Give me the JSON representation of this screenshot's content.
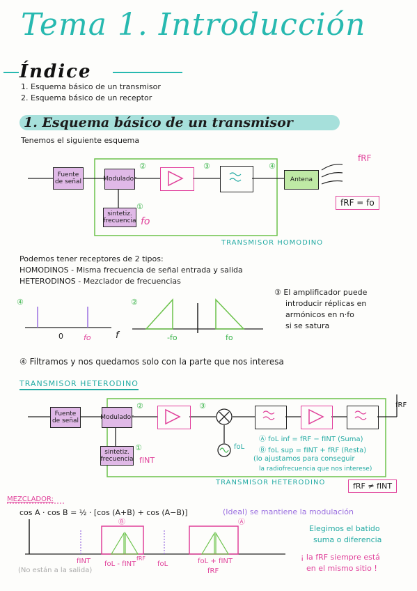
{
  "title": "Tema 1. Introducción",
  "indice": {
    "heading": "Índice",
    "items": [
      "1. Esquema básico de un transmisor",
      "2. Esquema básico de un receptor"
    ]
  },
  "section1": {
    "heading": "1. Esquema básico de un transmisor",
    "intro": "Tenemos el siguiente esquema",
    "blocks": {
      "fuente": "Fuente de señal",
      "modulador": "Modulador",
      "antena": "Antena",
      "sintetizador": "sintetiz. frecuencia",
      "fo_label": "fo"
    },
    "markers": [
      "①",
      "②",
      "③",
      "④"
    ],
    "frf_label": "fRF",
    "frf_eq": "fRF = fo",
    "caption": "TRANSMISOR HOMODINO"
  },
  "receptores": {
    "line1": "Podemos tener receptores de 2 tipos:",
    "bullet1": "HOMODINOS - Misma frecuencia de señal entrada y salida",
    "bullet2": "HETERODINOS - Mezclador de frecuencias",
    "spec_labels": {
      "zero": "0",
      "fo": "fo",
      "f": "f",
      "neg_fo": "-fo",
      "pos_fo": "fo"
    },
    "note3": [
      "③ El amplificador puede",
      "introducir réplicas en",
      "armónicos en n·fo",
      "si se satura"
    ],
    "note4": "④ Filtramos y nos quedamos solo con la parte que nos interesa"
  },
  "heterodino": {
    "heading": "TRANSMISOR HETERODINO",
    "blocks": {
      "fuente": "Fuente de señal",
      "modulador": "Modulador",
      "sintetizador": "sintetiz. frecuencia",
      "fint": "fINT",
      "fol": "foL"
    },
    "frf_label": "fRF",
    "notes": [
      "Ⓐ foL inf = fRF − fINT (Suma)",
      "Ⓑ foL sup = fINT + fRF (Resta)",
      "(lo ajustamos para conseguir",
      "la radiofrecuencia que nos interese)"
    ],
    "caption": "TRANSMISOR HETERODINO",
    "frf_ne": "fRF ≠ fINT"
  },
  "mezclador": {
    "heading": "MEZCLADOR:",
    "formula": "cos A · cos B = ½ · [cos (A+B) + cos (A−B)]",
    "ideal": "(Ideal) se mantiene la modulación",
    "choose": [
      "Elegimos el batido",
      "suma o diferencia"
    ],
    "same": [
      "¡ la fRF siempre está",
      "en el mismo sitio !"
    ],
    "labels": {
      "fint": "fINT",
      "diff": "foL - fINT",
      "frf": "fRF",
      "fol": "foL",
      "sum": "foL + fINT",
      "frf2": "fRF",
      "A": "Ⓐ",
      "B": "Ⓑ"
    },
    "gray": "(No están a la salida)"
  },
  "colors": {
    "teal": "#27b9b0",
    "pink": "#e0409a",
    "green": "#6bc24a",
    "purple": "#e0b9e7"
  }
}
